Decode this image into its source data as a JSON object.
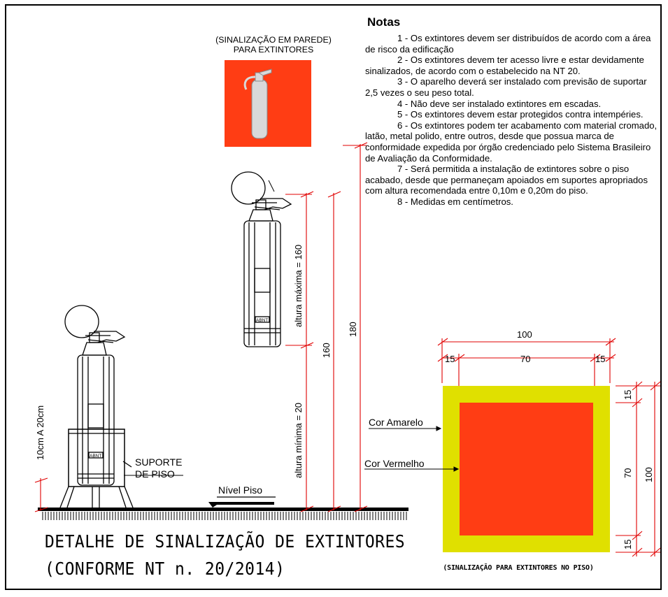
{
  "notes": {
    "title": "Notas",
    "items": [
      "1 - Os extintores devem ser distribuídos de acordo com a área de risco da edificação",
      "2 - Os extintores devem ter acesso livre e estar devidamente sinalizados, de acordo com o estabelecido na NT 20.",
      "3 - O aparelho deverá ser instalado com previsão de suportar 2,5 vezes o seu peso total.",
      "4 - Não deve ser instalado extintores em escadas.",
      "5 - Os extintores devem estar protegidos contra intempéries.",
      "6 - Os extintores podem ter acabamento com material cromado, latão, metal polido, entre outros, desde que possua marca de conformidade expedida por órgão credenciado pelo Sistema Brasileiro de Avaliação da Conformidade.",
      "7 - Será permitida a instalação de extintores sobre o piso acabado, desde que permaneçam apoiados em suportes apropriados com altura recomendada entre 0,10m e 0,20m do piso.",
      "8 - Medidas em centímetros."
    ]
  },
  "wall_sign": {
    "caption_line1": "(SINALIZAÇÃO EM PAREDE)",
    "caption_line2": "PARA EXTINTORES",
    "color": "#ff3d14"
  },
  "labels": {
    "abnt": "ABNT",
    "support_line1": "SUPORTE",
    "support_line2": "DE PISO",
    "floor_level": "Nível Piso",
    "height_support": "10cm A 20cm",
    "max_height": "altura máxima = 160",
    "min_height": "altura mínima = 20",
    "dim_160": "160",
    "dim_180": "180"
  },
  "floor_sign": {
    "dim_top_total": "100",
    "dim_top_left": "15",
    "dim_top_mid": "70",
    "dim_top_right": "15",
    "dim_right_top": "15",
    "dim_right_mid": "70",
    "dim_right_bottom": "15",
    "dim_right_total": "100",
    "label_yellow": "Cor Amarelo",
    "label_red": "Cor Vermelho",
    "caption": "(SINALIZAÇÃO PARA EXTINTORES NO PISO)",
    "yellow": "#e0e000",
    "red": "#ff3d14"
  },
  "title": {
    "line1": "DETALHE DE SINALIZAÇÃO DE EXTINTORES",
    "line2": "(CONFORME NT n. 20/2014)"
  },
  "colors": {
    "dimension": "#e00000",
    "line": "#000000"
  }
}
